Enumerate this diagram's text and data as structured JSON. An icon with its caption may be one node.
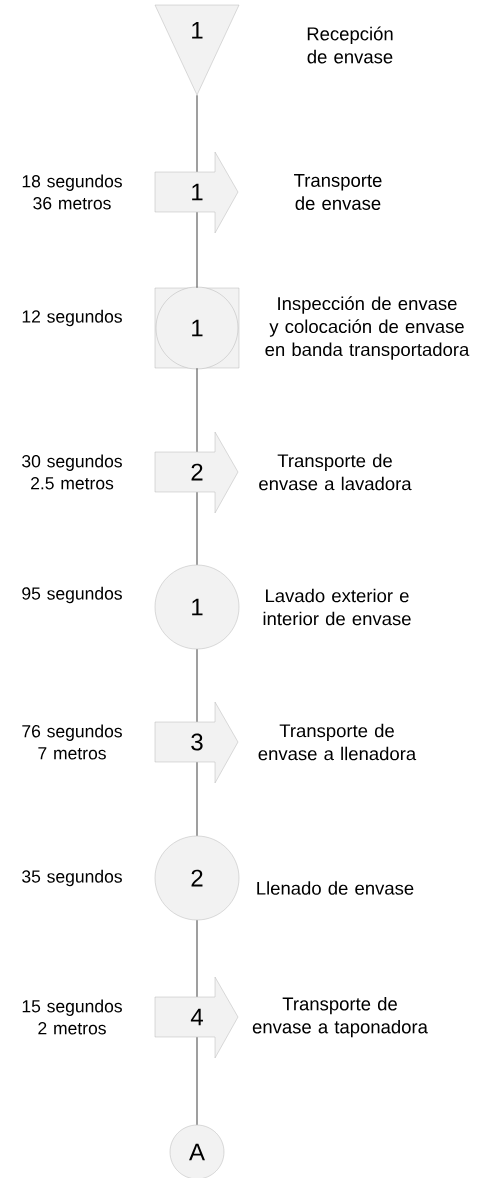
{
  "diagram": {
    "nodes": [
      {
        "text": [
          "1",
          "Recepción de envase"
        ]
      },
      {
        "text": [
          "1",
          "Transporte de envase"
        ],
        "beside": [
          "18 segundos 36 metros"
        ]
      },
      {
        "text": [
          "1",
          "Inspección de envase y colocación de envase en banda transportadora"
        ],
        "beside": [
          "12 segundos"
        ]
      },
      {
        "text": [
          "2",
          "Transporte de envase a lavadora"
        ],
        "beside": [
          "30 segundos 2.5 metros"
        ]
      },
      {
        "text": [
          "1",
          "Lavado exterior e interior de envase"
        ],
        "beside": [
          "95 segundos"
        ]
      },
      {
        "text": [
          "3",
          "Transporte de envase a llenadora"
        ],
        "beside": [
          "76 segundos 7 metros"
        ]
      },
      {
        "text": [
          "2",
          "Llenado de envase"
        ],
        "beside": [
          "35 segundos"
        ]
      },
      {
        "text": [
          "4",
          "Transporte de envase a taponadora"
        ],
        "beside": [
          "15 segundos 2 metros"
        ]
      },
      {
        "text": [
          "A"
        ]
      }
    ],
    "edges": [
      {
        "from": 0,
        "to": 1,
        "arrow": "none"
      },
      {
        "from": 1,
        "to": 2,
        "arrow": "none"
      },
      {
        "from": 2,
        "to": 3,
        "arrow": "none"
      },
      {
        "from": 3,
        "to": 4,
        "arrow": "none"
      },
      {
        "from": 4,
        "to": 5,
        "arrow": "none"
      },
      {
        "from": 5,
        "to": 6,
        "arrow": "none"
      },
      {
        "from": 6,
        "to": 7,
        "arrow": "none"
      },
      {
        "from": 7,
        "to": 8,
        "arrow": "none"
      }
    ]
  }
}
